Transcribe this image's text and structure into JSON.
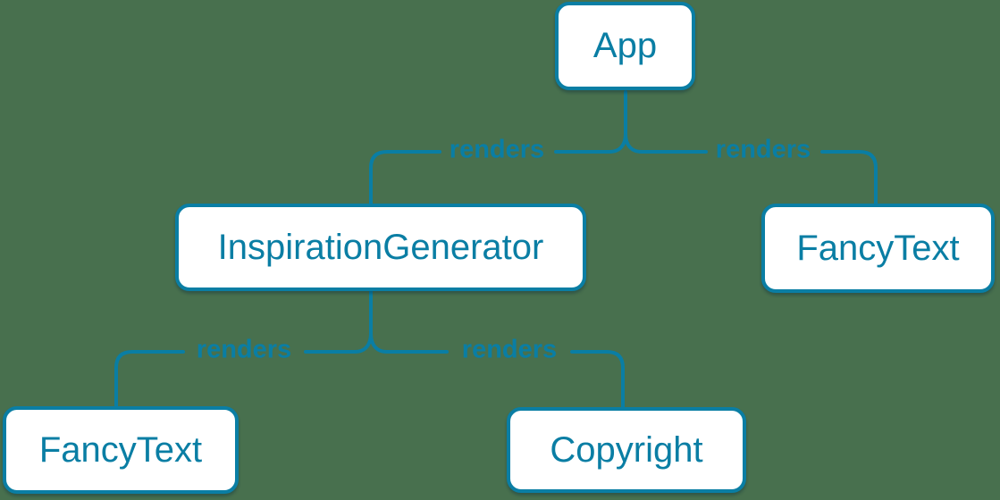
{
  "diagram": {
    "type": "component-render-tree",
    "background_color": "#48704e",
    "accent_color": "#0a7ea4",
    "node_fill_color": "#ffffff",
    "nodes": [
      {
        "id": "app",
        "label": "App"
      },
      {
        "id": "inspiration-generator",
        "label": "InspirationGenerator"
      },
      {
        "id": "fancy-text-right",
        "label": "FancyText"
      },
      {
        "id": "fancy-text-left",
        "label": "FancyText"
      },
      {
        "id": "copyright",
        "label": "Copyright"
      }
    ],
    "edges": [
      {
        "from": "App",
        "to": "InspirationGenerator",
        "label": "renders"
      },
      {
        "from": "App",
        "to": "FancyText",
        "label": "renders"
      },
      {
        "from": "InspirationGenerator",
        "to": "FancyText",
        "label": "renders"
      },
      {
        "from": "InspirationGenerator",
        "to": "Copyright",
        "label": "renders"
      }
    ]
  }
}
